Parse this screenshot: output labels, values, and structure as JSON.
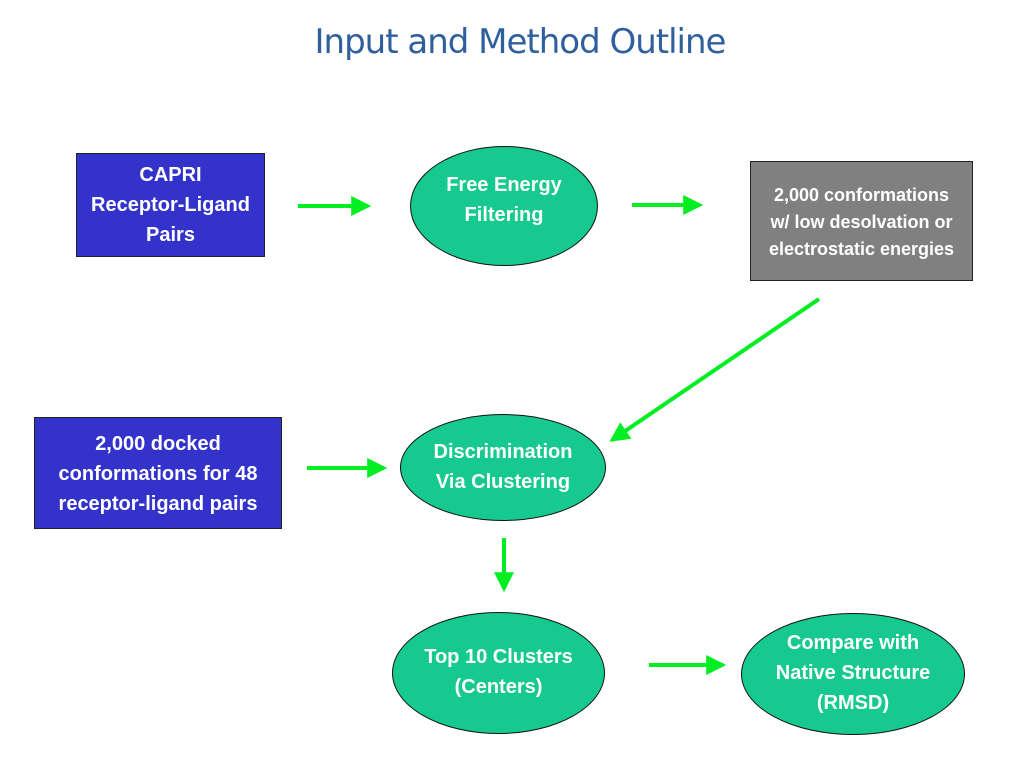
{
  "title": "Input and Method Outline",
  "nodes": {
    "capri": {
      "lines": [
        "CAPRI",
        "Receptor-Ligand",
        "Pairs"
      ]
    },
    "free_energy": {
      "lines": [
        "Free Energy",
        "Filtering"
      ]
    },
    "low_energy": {
      "lines": [
        "2,000 conformations",
        "w/ low desolvation or",
        "electrostatic energies"
      ]
    },
    "docked": {
      "lines": [
        "2,000 docked",
        "conformations for 48",
        "receptor-ligand pairs"
      ]
    },
    "discrimination": {
      "lines": [
        "Discrimination",
        "Via Clustering"
      ]
    },
    "top10": {
      "lines": [
        "Top 10 Clusters",
        "(Centers)"
      ]
    },
    "compare": {
      "lines": [
        "Compare with",
        "Native Structure",
        "(RMSD)"
      ]
    }
  },
  "colors": {
    "title": "#2f5f9d",
    "rect_blue": "#3333cc",
    "rect_gray": "#808080",
    "oval": "#16c98f",
    "arrow": "#00ee22",
    "text": "#ffffff"
  }
}
